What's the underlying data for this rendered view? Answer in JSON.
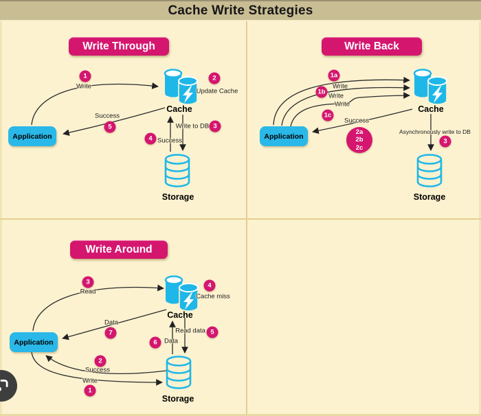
{
  "header": {
    "title": "Cache Write Strategies"
  },
  "colors": {
    "accent_magenta": "#d4166f",
    "accent_cyan": "#29b8e8",
    "header_tan": "#c9bd94",
    "panel_cream": "#fcf2d0"
  },
  "icons": {
    "cache": "database-lightning-icon",
    "storage": "database-icon",
    "overlay_button": "lens-icon"
  },
  "panels": {
    "write_through": {
      "title": "Write Through",
      "application": "Application",
      "cache_label": "Cache",
      "storage_label": "Storage",
      "step1": {
        "badge": "1",
        "label": "Write"
      },
      "step2": {
        "badge": "2",
        "label": "Update Cache"
      },
      "step3": {
        "badge": "3",
        "label": "Write to DB"
      },
      "step4": {
        "badge": "4",
        "label": "Success"
      },
      "step5": {
        "badge": "5",
        "label": "Success"
      }
    },
    "write_back": {
      "title": "Write Back",
      "application": "Application",
      "cache_label": "Cache",
      "storage_label": "Storage",
      "step1a": {
        "badge": "1a",
        "label": "Write"
      },
      "step1b": {
        "badge": "1b",
        "label": "Write"
      },
      "step1c": {
        "badge": "1c",
        "label": "Write"
      },
      "success_label": "Success",
      "multi_badge": {
        "line1": "2a",
        "line2": "2b",
        "line3": "2c"
      },
      "step3": {
        "badge": "3",
        "label": "Asynchronously write to DB"
      }
    },
    "write_around": {
      "title": "Write Around",
      "application": "Application",
      "cache_label": "Cache",
      "storage_label": "Storage",
      "step1": {
        "badge": "1",
        "label": "Write"
      },
      "step2": {
        "badge": "2",
        "label": "Success"
      },
      "step3": {
        "badge": "3",
        "label": "Read"
      },
      "step4": {
        "badge": "4",
        "label": "Cache miss"
      },
      "step5": {
        "badge": "5",
        "label": "Read data"
      },
      "step6": {
        "badge": "6",
        "label": "Data"
      },
      "step7": {
        "badge": "7",
        "label": "Data"
      }
    }
  }
}
